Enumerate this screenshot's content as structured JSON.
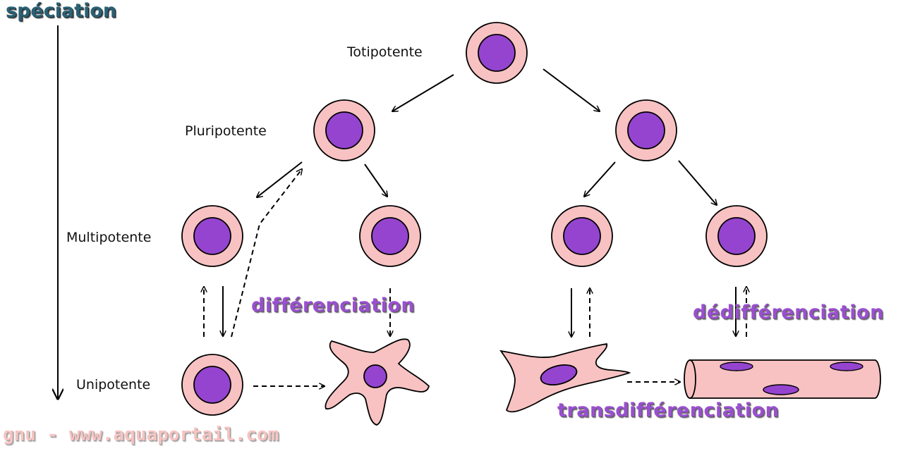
{
  "axis": {
    "label": "spéciation"
  },
  "levels": {
    "totipotent": "Totipotente",
    "pluripotent": "Pluripotente",
    "multipotent": "Multipotente",
    "unipotent": "Unipotente"
  },
  "processes": {
    "differentiation": "différenciation",
    "dedifferentiation": "dédifférenciation",
    "transdifferentiation": "transdifférenciation"
  },
  "watermark": "gnu - www.aquaportail.com",
  "colors": {
    "cell_membrane": "#f8c2c2",
    "nucleus": "#9544d0",
    "process_text": "#9a4fd0",
    "axis_text": "#2a6175",
    "watermark": "#f6c4c2"
  }
}
